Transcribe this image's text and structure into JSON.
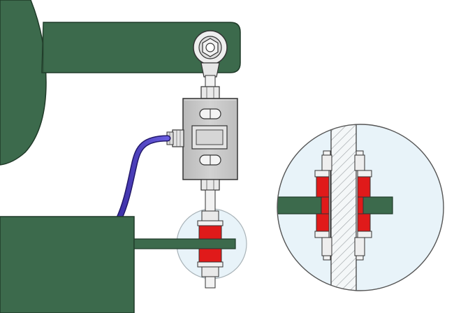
{
  "diagram": {
    "components": [
      "machine-frame",
      "upper-arm",
      "rod-end-bearing",
      "hex-nut",
      "threaded-rod",
      "load-cell",
      "cable-gland",
      "signal-cable",
      "base-block",
      "mounting-plate",
      "rubber-spacers",
      "detail-view-magnifier"
    ],
    "colors": {
      "frame_green": "#3c6a4c",
      "frame_edge": "#1f3a28",
      "load_cell_gray": "#c6c6c6",
      "spacer_red": "#e01a1a",
      "cable_blue": "#5547cc",
      "detail_bg": "#e8f3f9",
      "hatch": "#9aa0a3"
    }
  }
}
